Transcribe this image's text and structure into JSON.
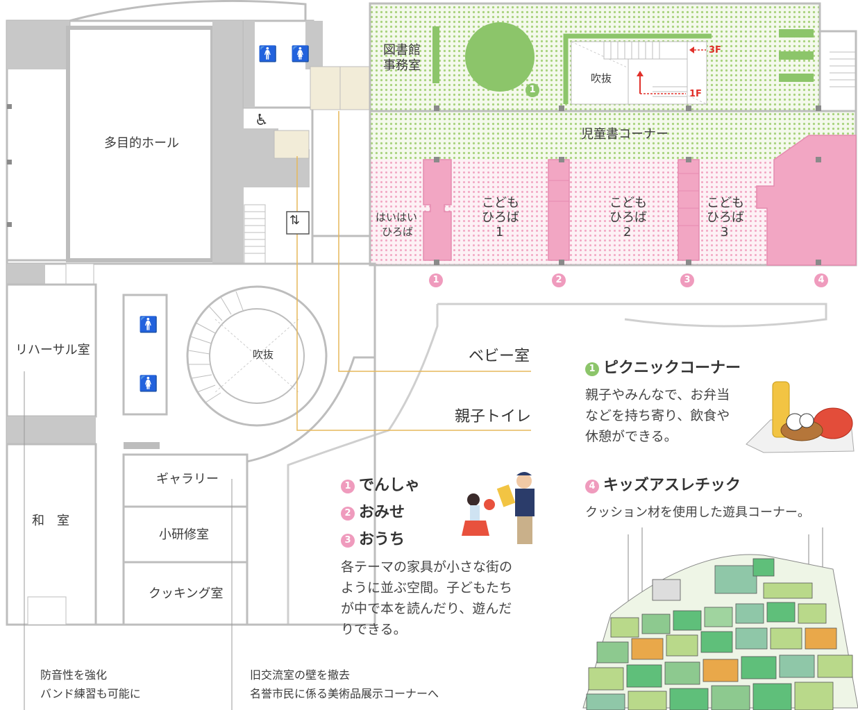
{
  "colors": {
    "wall": "#bdbdbd",
    "green_area": "#a9d37e",
    "pink_area": "#f2a6c3",
    "beige": "#f2ecd8",
    "accent_line": "#e6b75a",
    "red_arrow": "#e0302a"
  },
  "rooms": {
    "multipurpose_hall": "多目的ホール",
    "rehearsal": "リハーサル室",
    "washitsu": "和　室",
    "gallery": "ギャラリー",
    "small_training": "小研修室",
    "cooking": "クッキング室",
    "atrium_left": "吹抜",
    "atrium_right": "吹抜",
    "library_office_1": "図書館",
    "library_office_2": "事務室",
    "children_books": "児童書コーナー",
    "haihai_1": "はいはい",
    "haihai_2": "ひろば",
    "kodomo1_1": "こども",
    "kodomo1_2": "ひろば",
    "kodomo1_3": "1",
    "kodomo2_1": "こども",
    "kodomo2_2": "ひろば",
    "kodomo2_3": "2",
    "kodomo3_1": "こども",
    "kodomo3_2": "ひろば",
    "kodomo3_3": "3",
    "floor_3f": "3F",
    "floor_1f": "1F"
  },
  "markers": {
    "m1": "1",
    "m2": "2",
    "m3": "3",
    "m4": "4",
    "picnic": "1"
  },
  "callouts": {
    "baby_room": "ベビー室",
    "family_toilet": "親子トイレ"
  },
  "legend": {
    "picnic_num": "1",
    "picnic_title": "ピクニックコーナー",
    "picnic_desc_1": "親子やみんなで、お弁当",
    "picnic_desc_2": "などを持ち寄り、飲食や",
    "picnic_desc_3": "休憩ができる。",
    "theme1_num": "1",
    "theme1": "でんしゃ",
    "theme2_num": "2",
    "theme2": "おみせ",
    "theme3_num": "3",
    "theme3": "おうち",
    "theme_desc_1": "各テーマの家具が小さな街の",
    "theme_desc_2": "ように並ぶ空間。子どもたち",
    "theme_desc_3": "が中で本を読んだり、遊んだ",
    "theme_desc_4": "りできる。",
    "kids_num": "4",
    "kids_title": "キッズアスレチック",
    "kids_desc": "クッション材を使用した遊具コーナー。"
  },
  "notes": {
    "note_left_1": "防音性を強化",
    "note_left_2": "バンド練習も可能に",
    "note_right_1": "旧交流室の壁を撤去",
    "note_right_2": "名誉市民に係る美術品展示コーナーへ"
  },
  "icons": [
    "male-toilet-icon",
    "female-toilet-icon",
    "wheelchair-icon",
    "elevator-icon"
  ]
}
